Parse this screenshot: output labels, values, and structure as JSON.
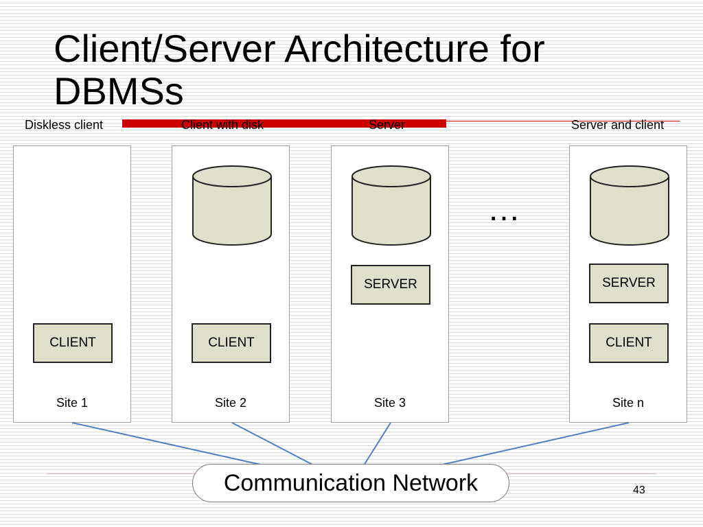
{
  "title": "Client/Server Architecture for DBMSs",
  "column_labels": [
    "Diskless client",
    "Client with disk",
    "Server",
    "Server and client"
  ],
  "sites": [
    {
      "label": "Site 1",
      "has_disk": false,
      "modules": [
        "CLIENT"
      ]
    },
    {
      "label": "Site 2",
      "has_disk": true,
      "modules": [
        "CLIENT"
      ]
    },
    {
      "label": "Site 3",
      "has_disk": true,
      "modules": [
        "SERVER"
      ]
    },
    {
      "label": "Site n",
      "has_disk": true,
      "modules": [
        "SERVER",
        "CLIENT"
      ]
    }
  ],
  "ellipsis": "...",
  "network_label": "Communication Network",
  "page_number": "43",
  "colors": {
    "accent_rule": "#cc0000",
    "module_fill": "#dfe0cc",
    "disk_fill": "#dfe0cc",
    "link_line": "#4f7fc0"
  }
}
